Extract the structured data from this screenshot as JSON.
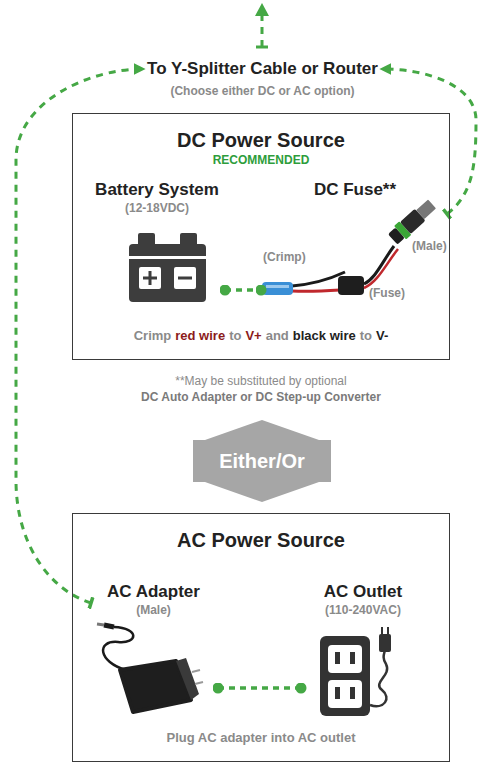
{
  "diagram": {
    "nodes": [
      {
        "text": [
          "To Y-Splitter Cable or Router",
          "(Choose either DC or AC option)"
        ]
      },
      {
        "text": [
          "DC Power Source",
          "RECOMMENDED"
        ]
      },
      {
        "text": [
          "Battery System",
          "(12-18VDC)"
        ],
        "in": 1
      },
      {
        "text": [
          "DC Fuse**"
        ],
        "in": 1
      },
      {
        "text": [
          "Either/Or"
        ]
      },
      {
        "text": [
          "AC Power Source"
        ]
      },
      {
        "text": [
          "AC Adapter",
          "(Male)"
        ],
        "in": 5
      },
      {
        "text": [
          "AC Outlet",
          "(110-240VAC)"
        ],
        "in": 5
      }
    ],
    "edges": [
      {
        "from": 3,
        "to": 0,
        "arrow": "to"
      },
      {
        "from": 6,
        "to": 0,
        "arrow": "to"
      },
      {
        "from": 2,
        "to": 3,
        "arrow": "none"
      },
      {
        "from": 6,
        "to": 7,
        "arrow": "none"
      }
    ],
    "labels": [
      "(Crimp)",
      "(Fuse)",
      "(Male)",
      "Crimp",
      "red wire",
      "to",
      "V+",
      "and",
      "black wire",
      "to",
      "V-",
      "**May be substituted by optional",
      "DC Auto Adapter or DC Step-up Converter",
      "Plug AC adapter into AC outlet"
    ]
  }
}
